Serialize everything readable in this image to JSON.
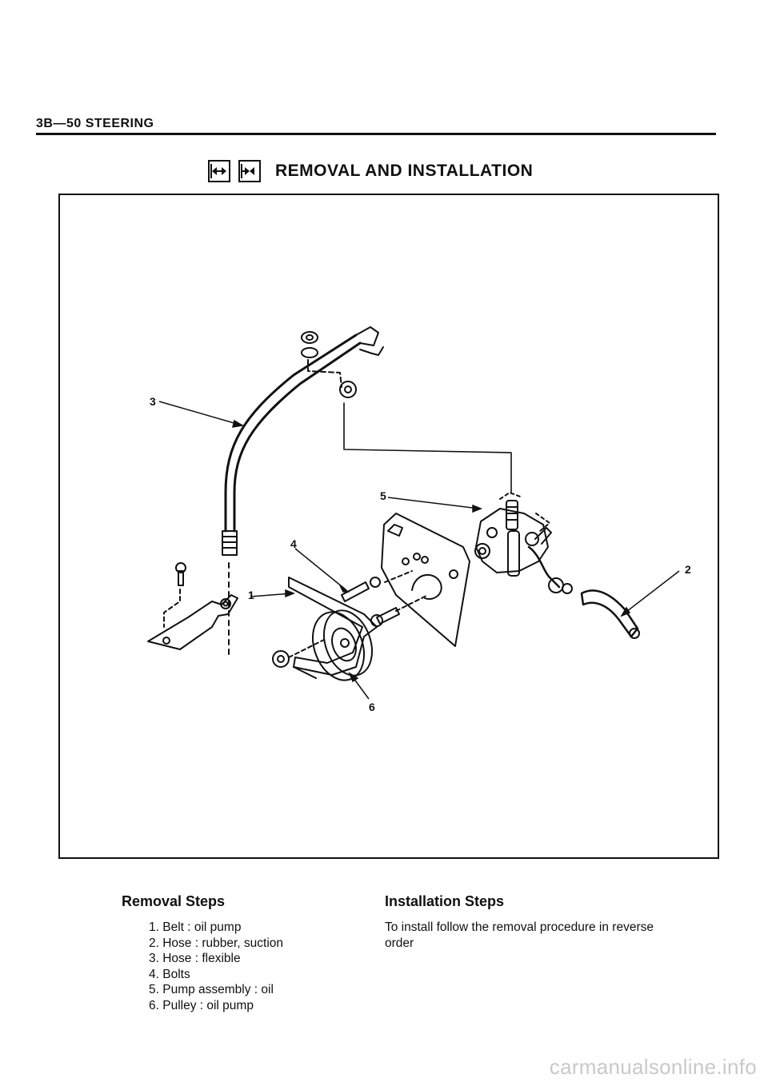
{
  "header": {
    "section": "3B—50 STEERING"
  },
  "section_title": {
    "label": "REMOVAL AND INSTALLATION",
    "icons": [
      "removal-arrows-icon",
      "installation-arrows-icon"
    ]
  },
  "figure": {
    "callouts": {
      "c1": "1",
      "c2": "2",
      "c3": "3",
      "c4": "4",
      "c5": "5",
      "c6": "6"
    }
  },
  "removal": {
    "heading": "Removal Steps",
    "steps": [
      "1. Belt : oil pump",
      "2. Hose : rubber, suction",
      "3. Hose : flexible",
      "4. Bolts",
      "5. Pump assembly : oil",
      "6. Pulley : oil pump"
    ]
  },
  "installation": {
    "heading": "Installation Steps",
    "text": "To install follow the removal procedure in reverse order"
  },
  "watermark": "carmanualsonline.info"
}
